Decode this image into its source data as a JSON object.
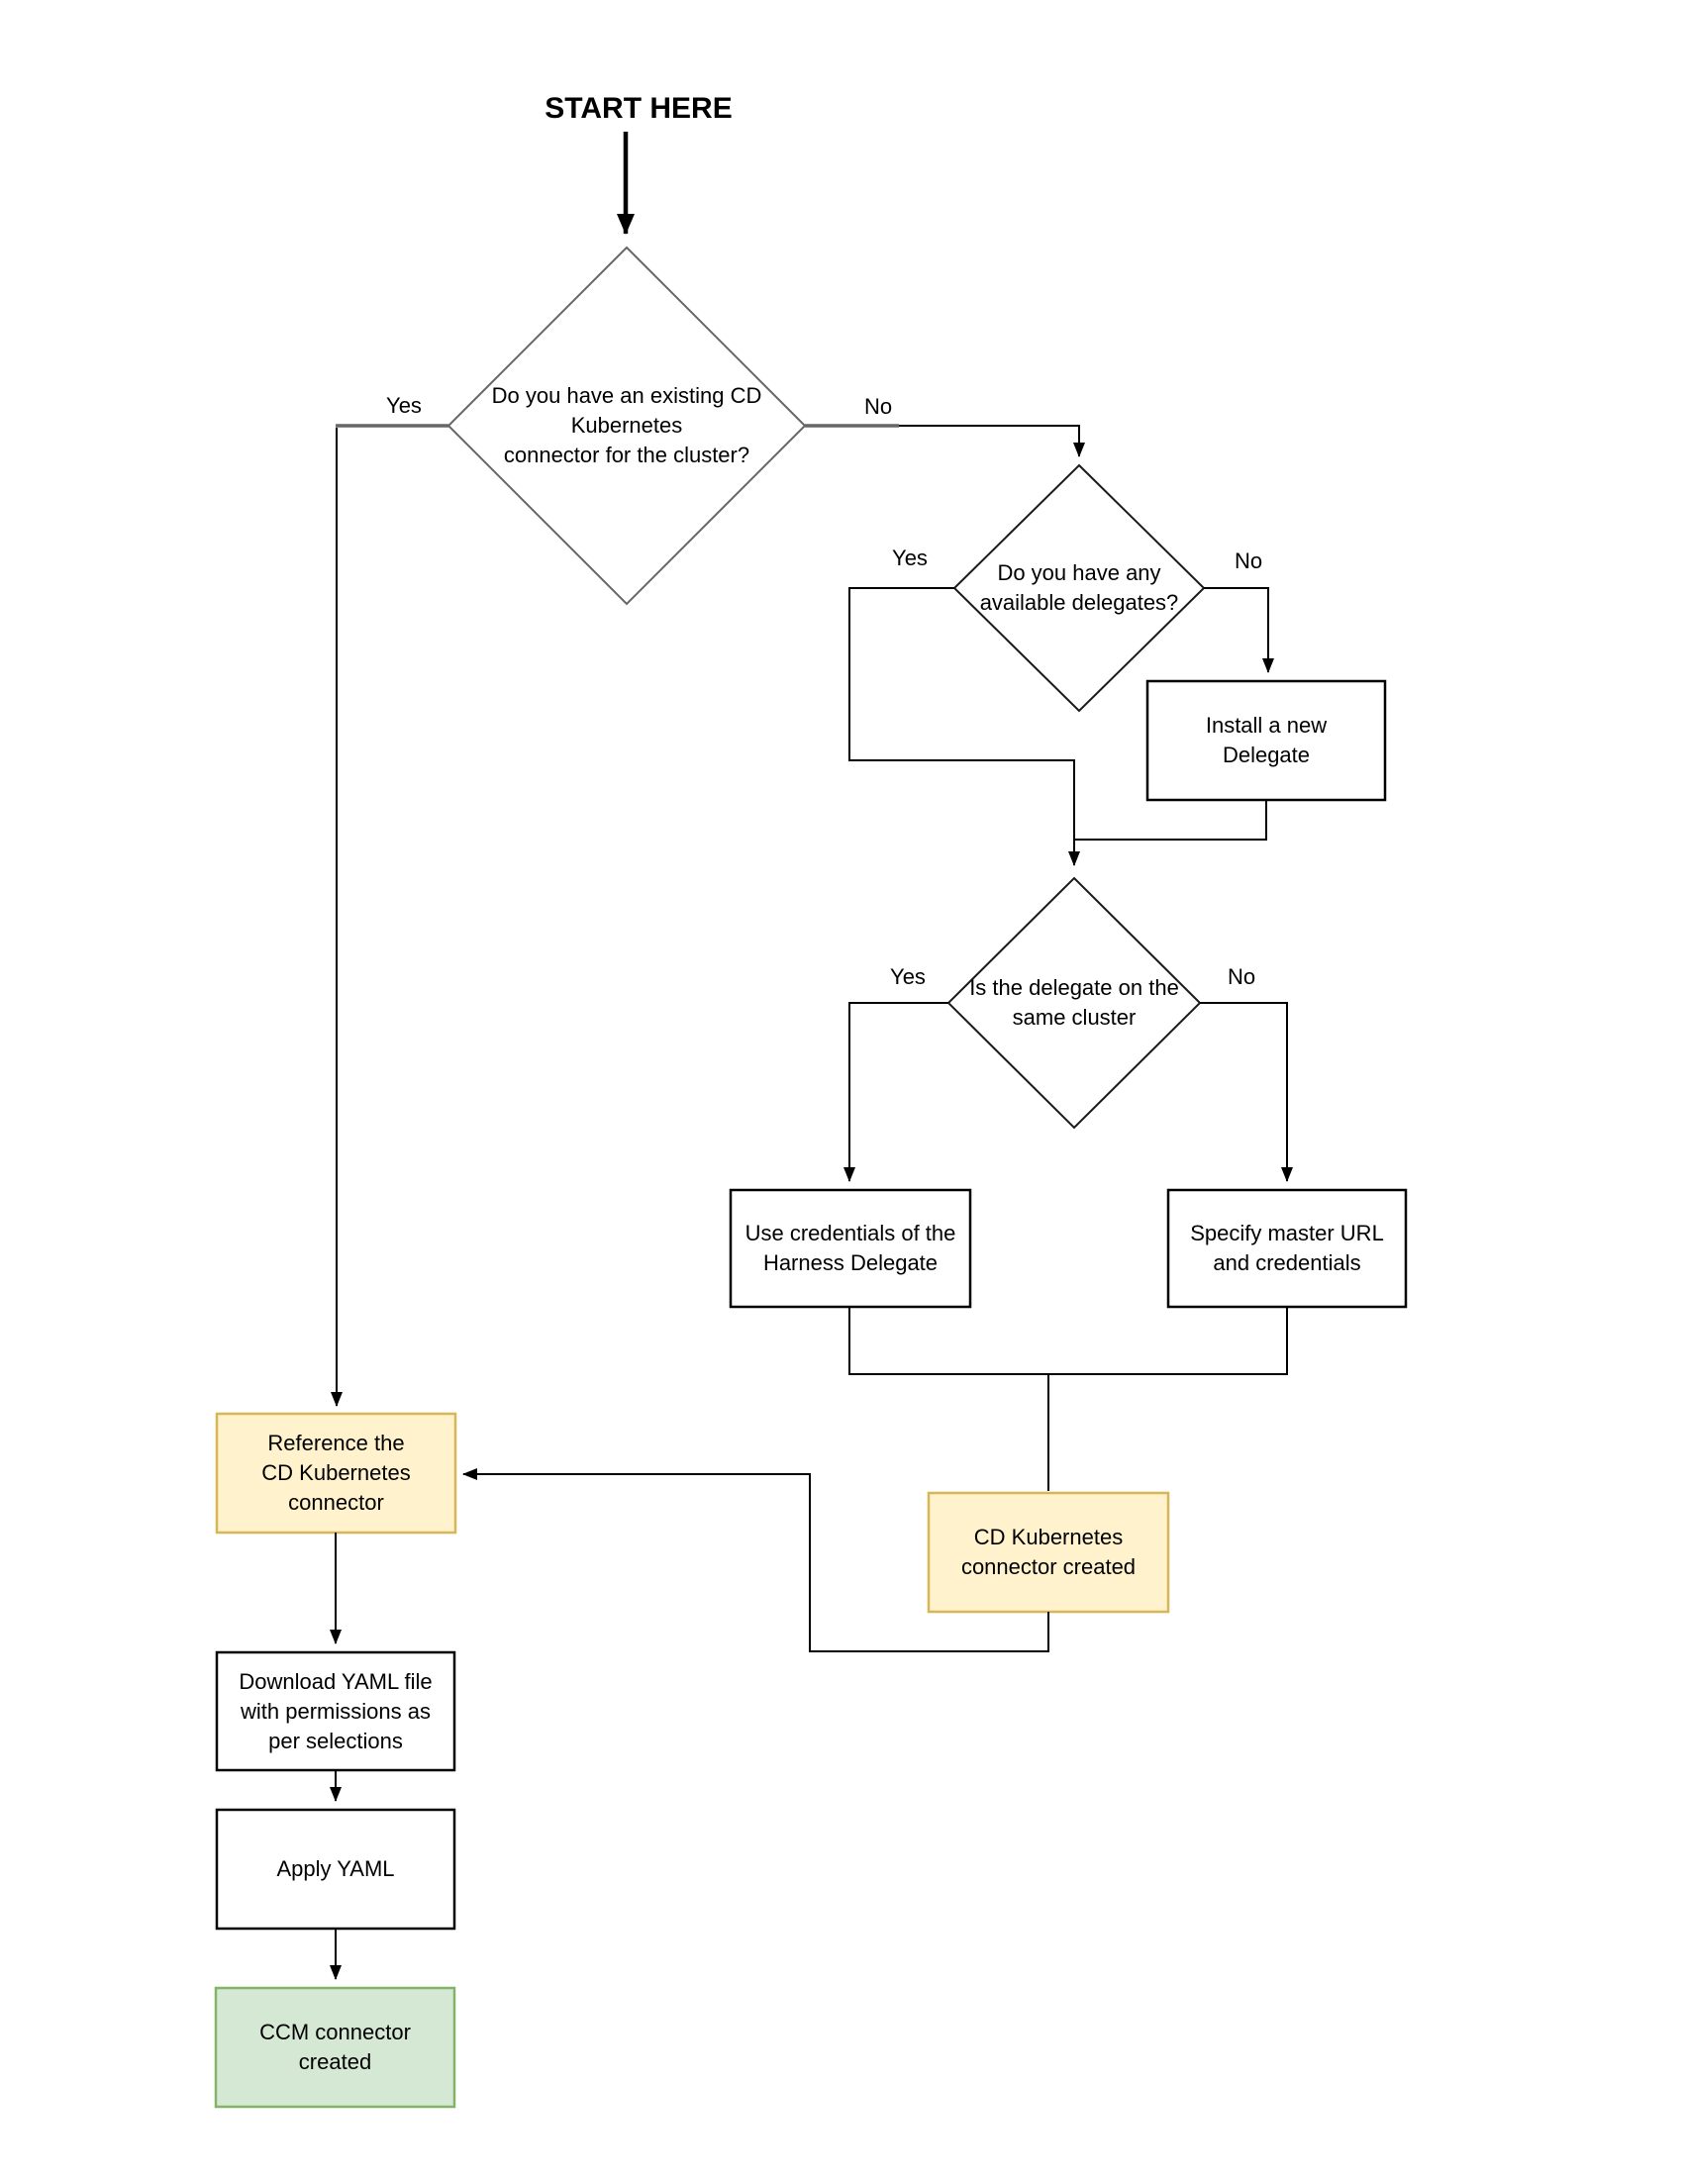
{
  "diagram": {
    "title": "START HERE",
    "labels": {
      "yes": "Yes",
      "no": "No"
    },
    "nodes": {
      "q_existing_connector": "Do you have an existing CD\nKubernetes\nconnector for the cluster?",
      "q_available_delegates": "Do you have any\navailable delegates?",
      "q_same_cluster": "Is the delegate on the\nsame cluster",
      "install_delegate": "Install a new\nDelegate",
      "use_credentials": "Use credentials of the\nHarness Delegate",
      "specify_master_url": "Specify master URL\nand credentials",
      "cd_connector_created": "CD Kubernetes\nconnector created",
      "reference_connector": "Reference the\nCD Kubernetes\nconnector",
      "download_yaml": "Download YAML file\nwith permissions as\nper selections",
      "apply_yaml": "Apply YAML",
      "ccm_connector_created": "CCM connector\ncreated"
    },
    "colors": {
      "background": "#ffffff",
      "box_fill": "#ffffff",
      "box_border": "#000000",
      "diamond_border_primary": "#666666",
      "diamond_border": "#1a1a1a",
      "edge_line": "#000000",
      "edge_line_gray": "#666666",
      "highlight_fill": "#FFF2CC",
      "highlight_border": "#D6B656",
      "success_fill": "#D5E8D4",
      "success_border": "#82B366"
    }
  }
}
